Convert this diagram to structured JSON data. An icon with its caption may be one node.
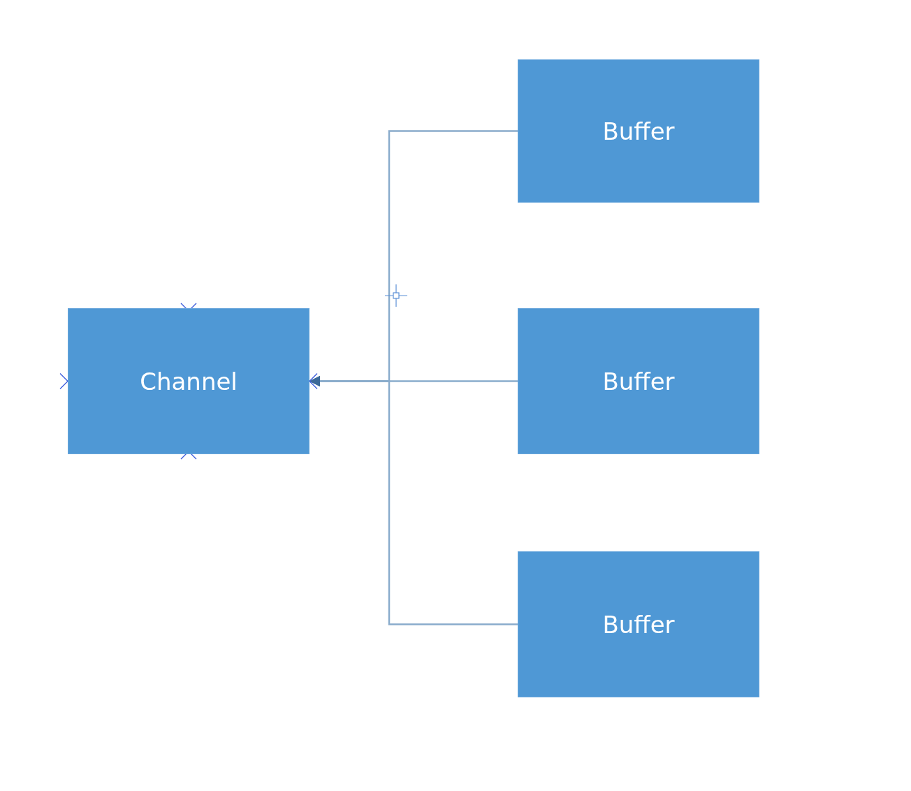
{
  "diagram": {
    "nodes": [
      {
        "text": [
          "Channel"
        ]
      },
      {
        "text": [
          "Buffer"
        ]
      },
      {
        "text": [
          "Buffer"
        ]
      },
      {
        "text": [
          "Buffer"
        ]
      }
    ],
    "edges": [
      {
        "from": 1,
        "to": 0,
        "arrow": "to"
      },
      {
        "from": 2,
        "to": 0,
        "arrow": "to"
      },
      {
        "from": 3,
        "to": 0,
        "arrow": "to"
      }
    ]
  }
}
